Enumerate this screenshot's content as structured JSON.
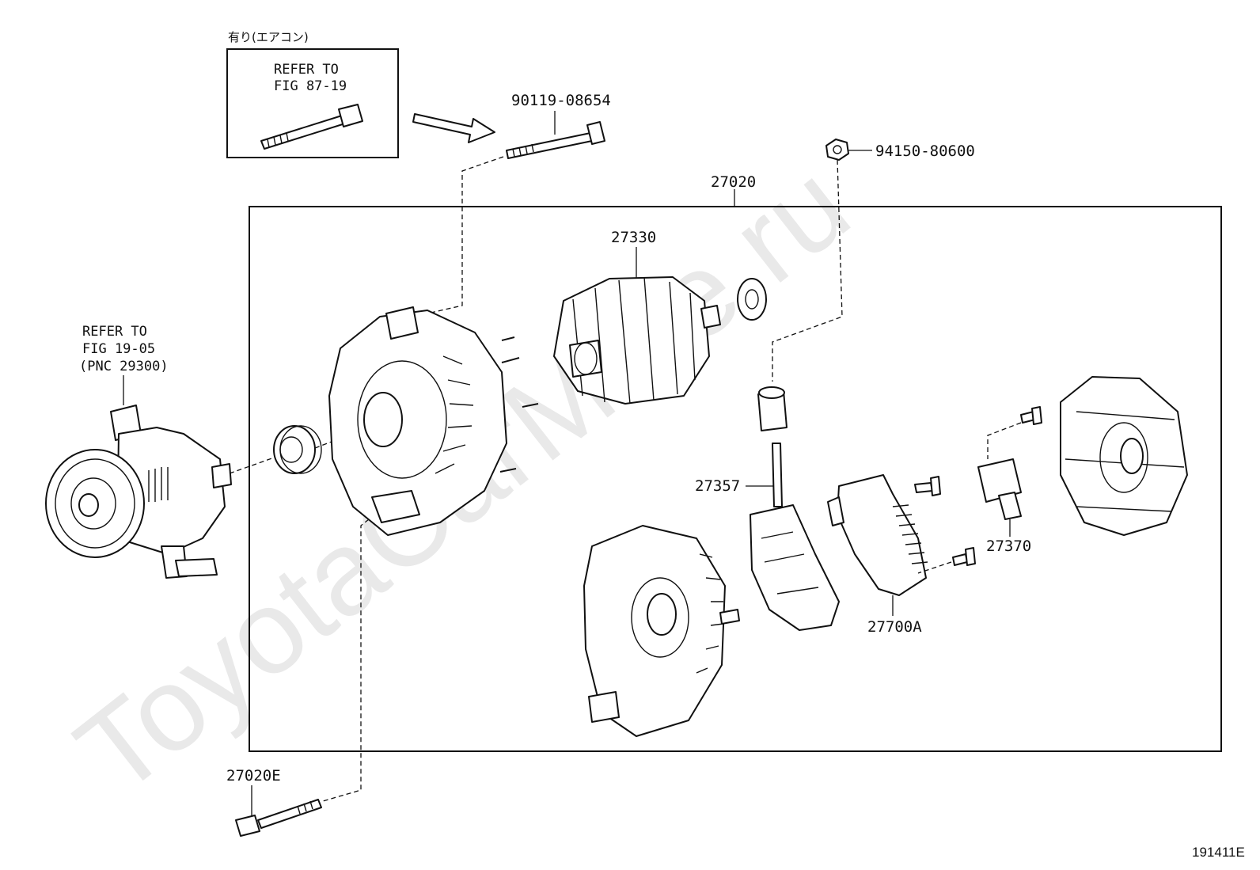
{
  "watermark": "ToyotaCarMine.ru",
  "figure_code": "191411E",
  "callouts": {
    "aircon_note": "有り(エアコン)",
    "refer_bolt_line1": "REFER TO",
    "refer_bolt_line2": "FIG 87-19",
    "refer_pump_line1": "REFER TO",
    "refer_pump_line2": "FIG 19-05",
    "refer_pump_line3": "(PNC 29300)"
  },
  "part_numbers": {
    "bolt_top": "90119-08654",
    "nut": "94150-80600",
    "assembly": "27020",
    "rotor": "27330",
    "holder": "27357",
    "cover_terminal": "27370",
    "regulator": "27700A",
    "bolt_bottom": "27020E"
  }
}
